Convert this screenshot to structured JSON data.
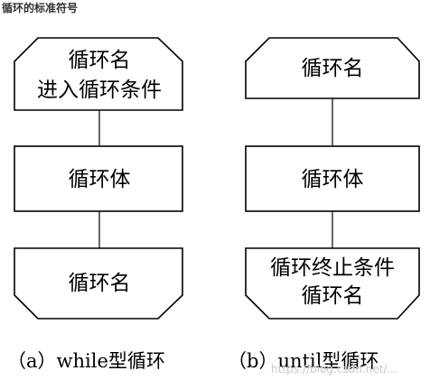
{
  "header": {
    "title": "循环的标准符号"
  },
  "diagram": {
    "while_loop": {
      "top_box_line1": "循环名",
      "top_box_line2": "进入循环条件",
      "body_box": "循环体",
      "bottom_box": "循环名",
      "caption": "（a）while型循环"
    },
    "until_loop": {
      "top_box": "循环名",
      "body_box": "循环体",
      "bottom_box_line1": "循环终止条件",
      "bottom_box_line2": "循环名",
      "caption": "（b）until型循环"
    },
    "watermark": "https://blog.csdn.net/..."
  }
}
